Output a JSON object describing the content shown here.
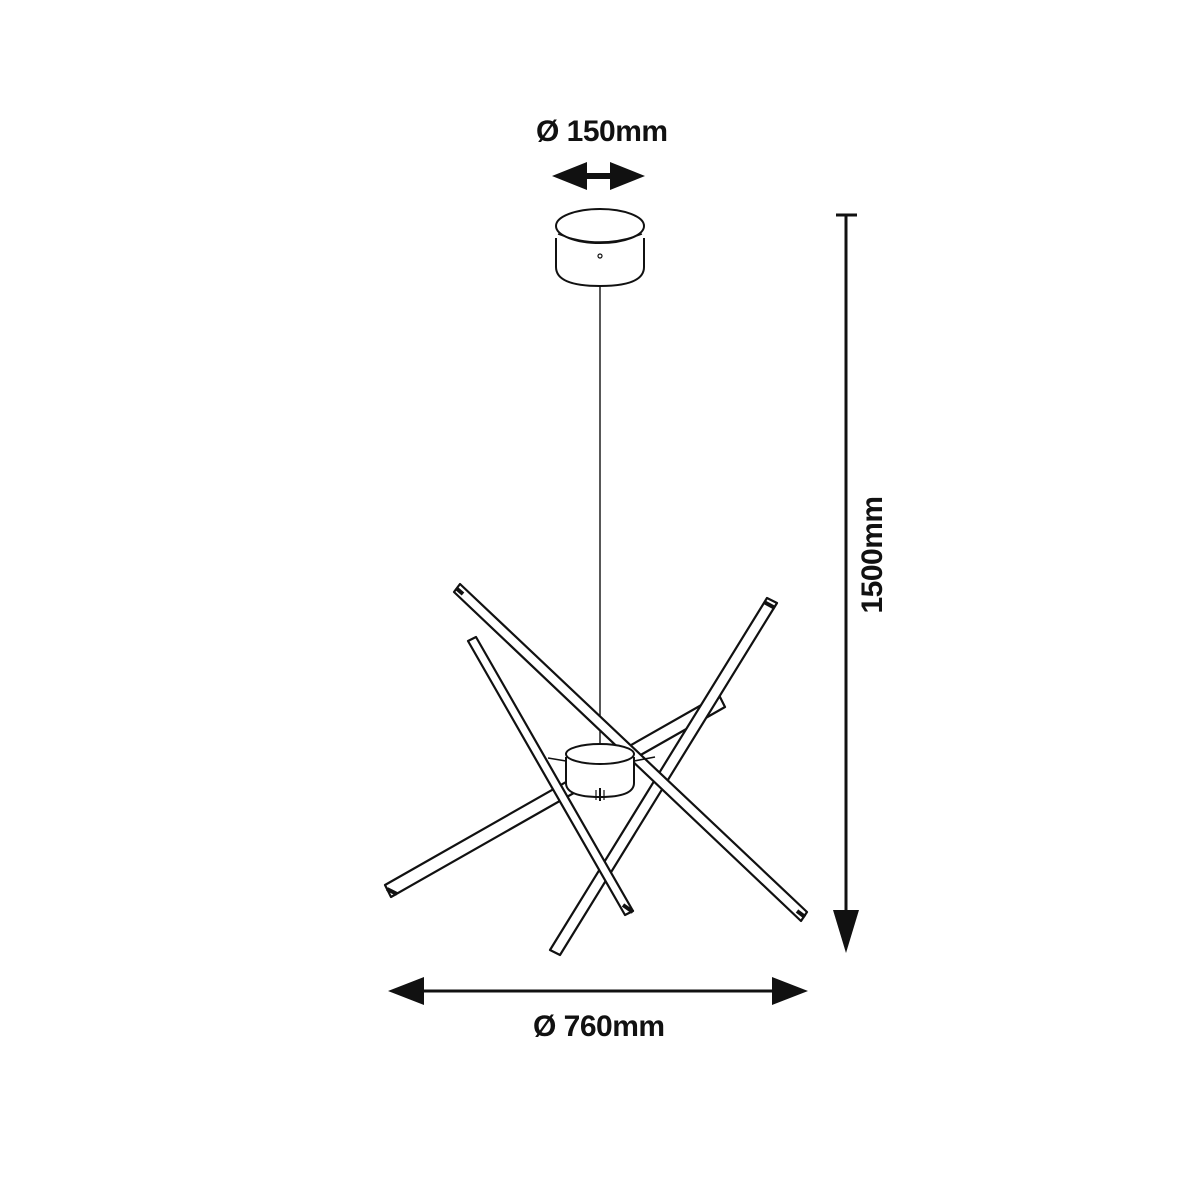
{
  "dimensions": {
    "canopy_diameter": "Ø 150mm",
    "overall_height": "1500mm",
    "overall_diameter": "Ø 760mm"
  },
  "colors": {
    "line": "#111111",
    "background": "#ffffff"
  }
}
